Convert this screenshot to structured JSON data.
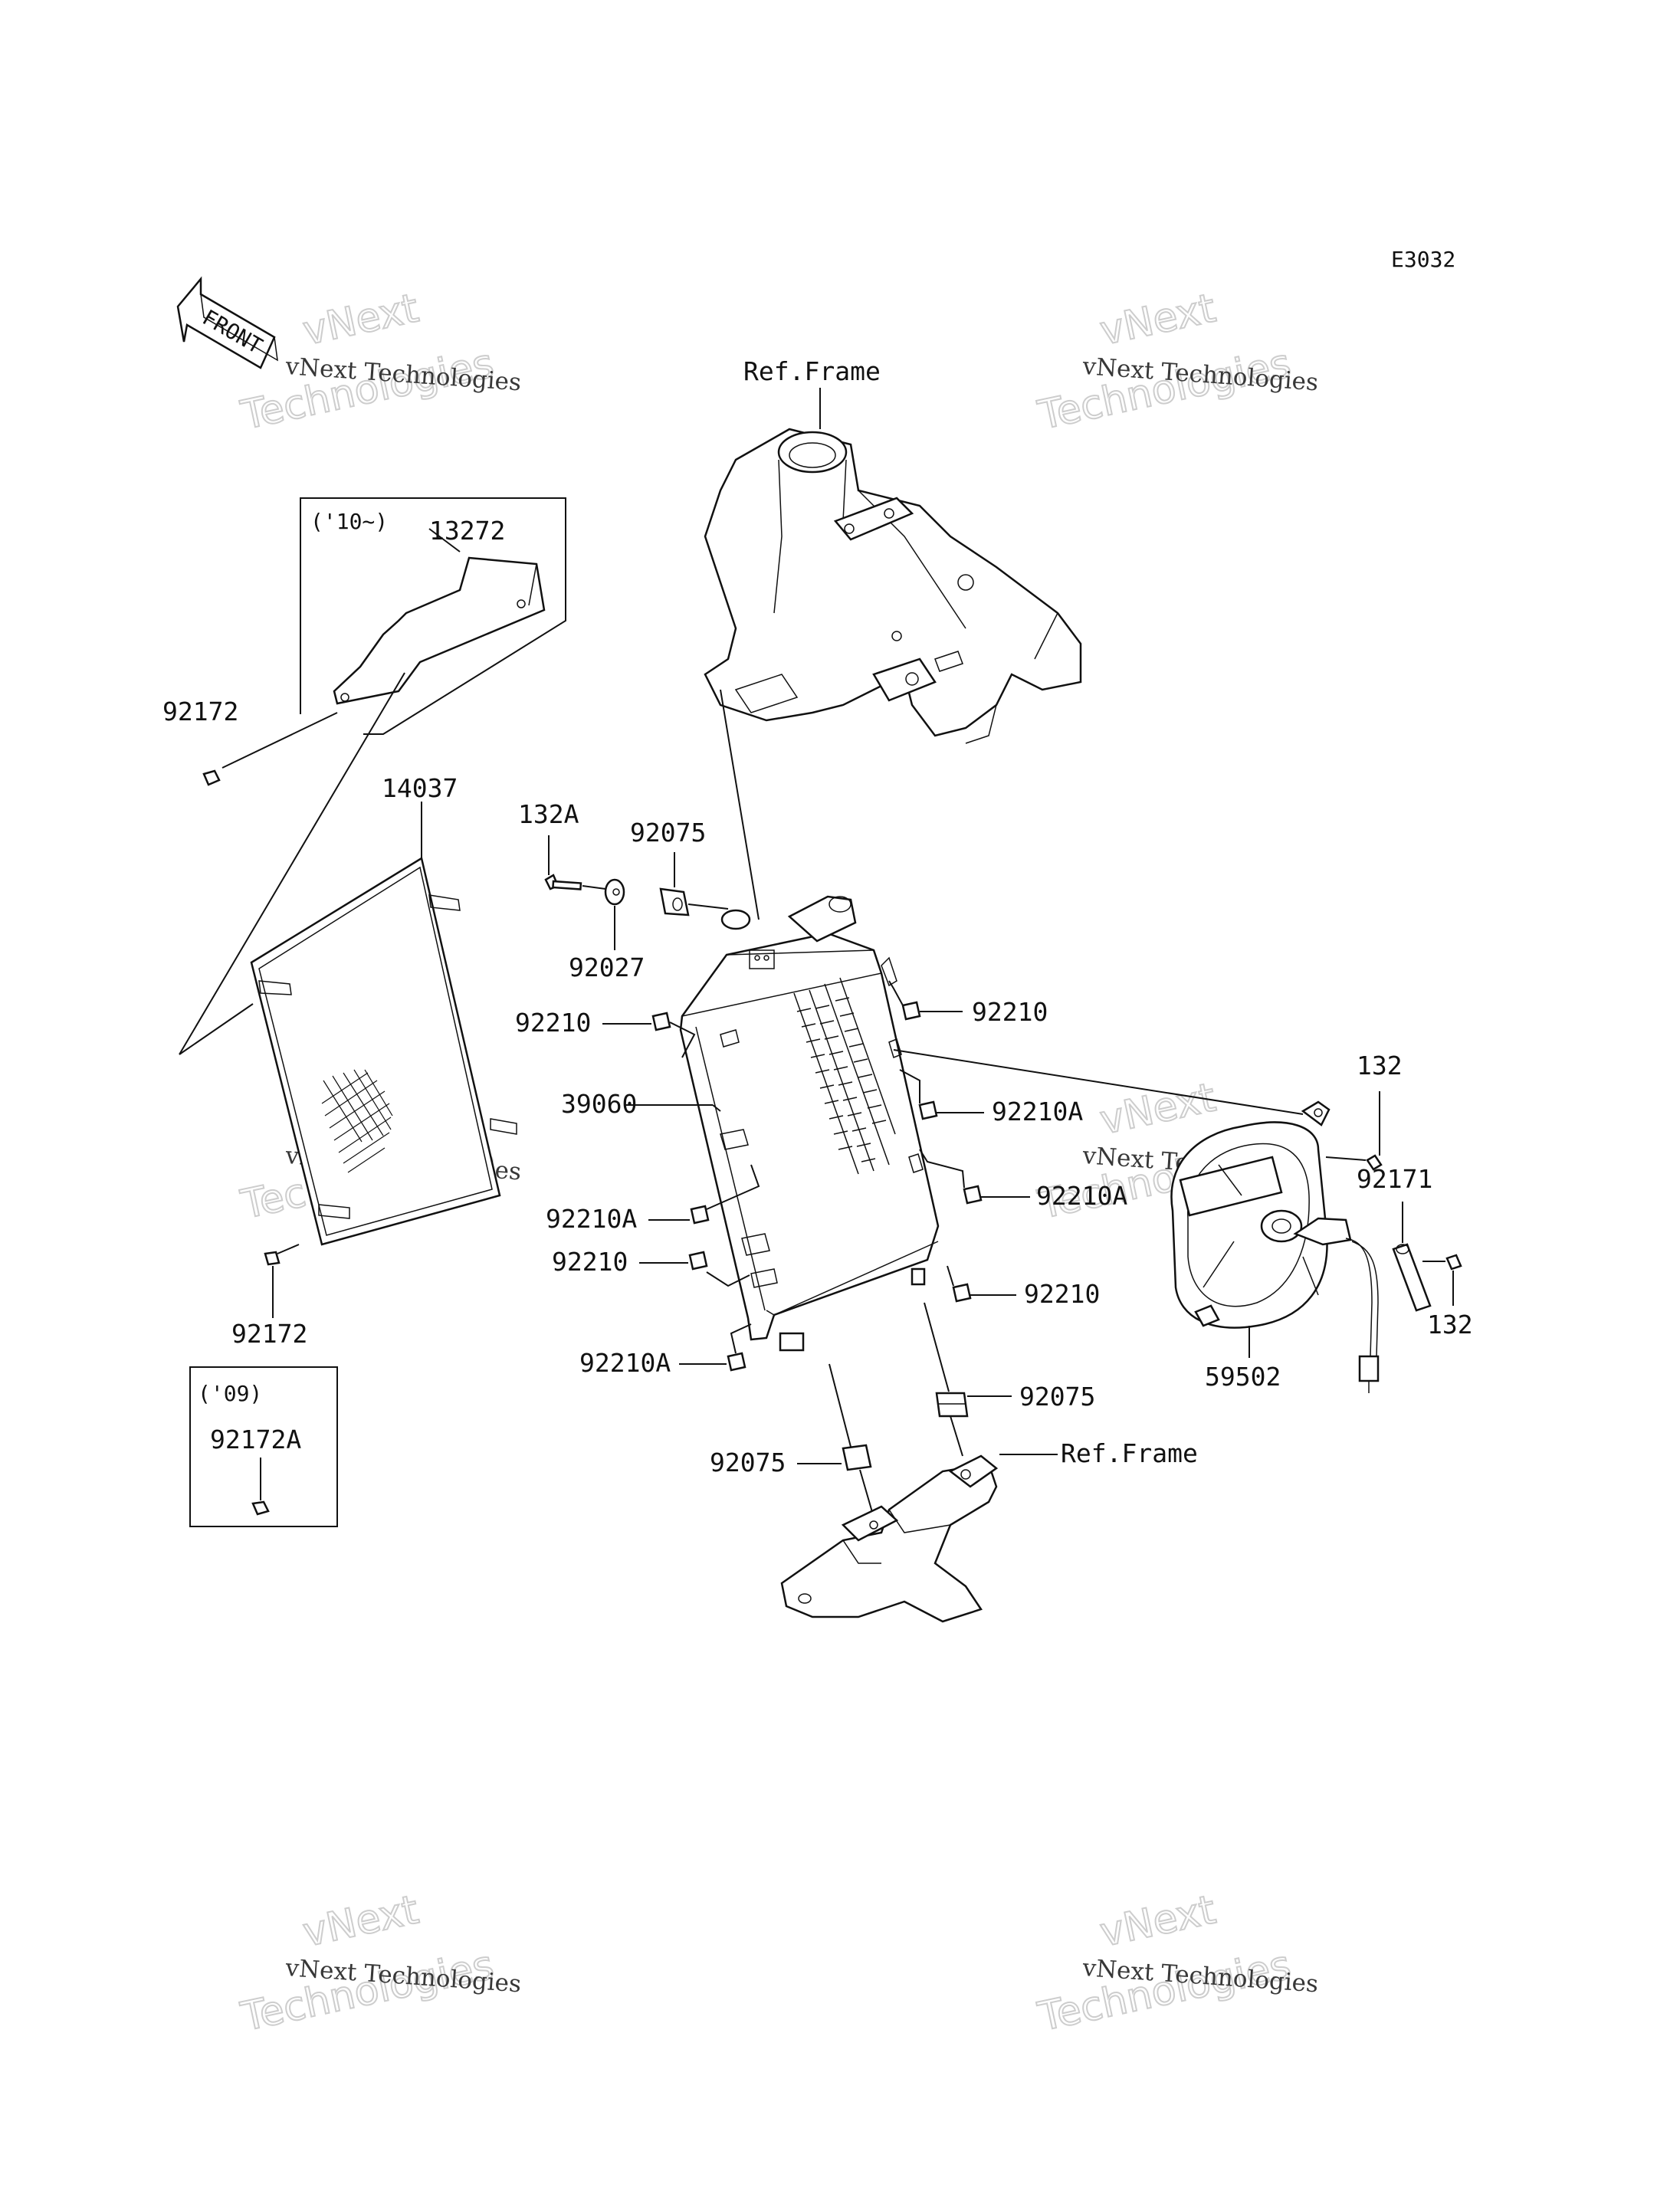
{
  "diagram_code": "E3032",
  "front_arrow_text": "FRONT",
  "watermark": {
    "line1": "vNext Technologies",
    "line2": "vNext",
    "line3": "Technologies"
  },
  "boxes": {
    "box_10": {
      "caption": "('10~)"
    },
    "box_09": {
      "caption": "('09)"
    }
  },
  "labels": {
    "ref_frame_top": "Ref.Frame",
    "ref_frame_bottom": "Ref.Frame",
    "p13272": "13272",
    "p92172_top": "92172",
    "p14037": "14037",
    "p92172_bottom": "92172",
    "p92172A": "92172A",
    "p132A": "132A",
    "p92075_top": "92075",
    "p92027": "92027",
    "p92210_left1": "92210",
    "p39060": "39060",
    "p92210A_left1": "92210A",
    "p92210_left2": "92210",
    "p92210A_left2": "92210A",
    "p92210_right1": "92210",
    "p92210A_right1": "92210A",
    "p92210A_right2": "92210A",
    "p92210_right2": "92210",
    "p92075_right": "92075",
    "p92075_bottom": "92075",
    "p132_top": "132",
    "p92171": "92171",
    "p132_bottom": "132",
    "p59502": "59502"
  }
}
